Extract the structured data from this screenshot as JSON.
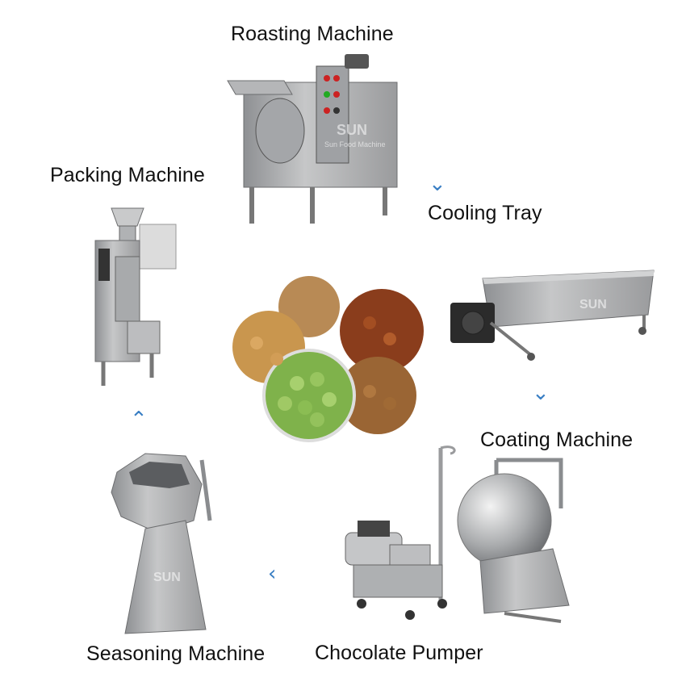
{
  "steps": {
    "roasting": "Roasting Machine",
    "cooling": "Cooling Tray",
    "coating": "Coating Machine",
    "pumper": "Chocolate Pumper",
    "seasoning": "Seasoning Machine",
    "packing": "Packing Machine"
  },
  "watermark": {
    "brand": "SUN",
    "text": "Sun Food Machine"
  },
  "colors": {
    "arrow": "#3a7fc4",
    "steel": "#a7a9ab"
  }
}
